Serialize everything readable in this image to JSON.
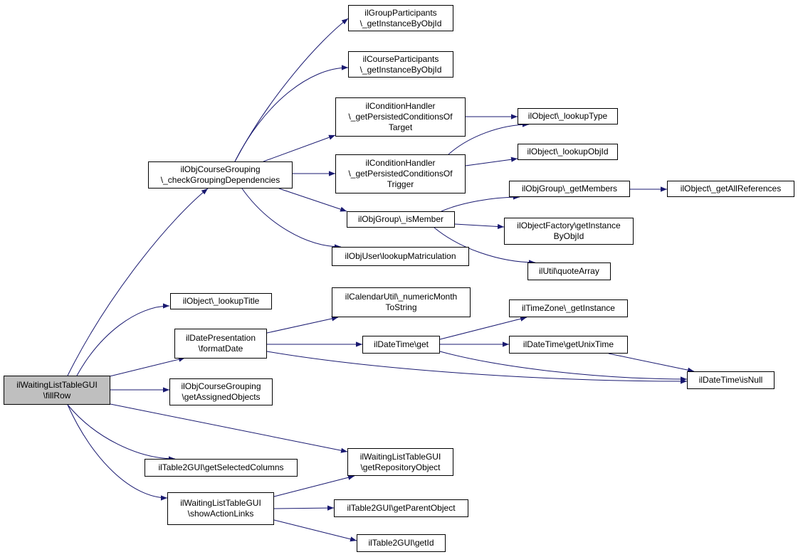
{
  "diagram": {
    "edge_color": "#191970",
    "root_fill": "#bfbfbf",
    "nodes": [
      {
        "id": "fillrow",
        "lines": [
          "ilWaitingListTableGUI",
          "\\fillRow"
        ],
        "root": true
      },
      {
        "id": "checkgrouping",
        "lines": [
          "ilObjCourseGrouping",
          "\\_checkGroupingDependencies"
        ]
      },
      {
        "id": "groupparticipants",
        "lines": [
          "ilGroupParticipants",
          "\\_getInstanceByObjId"
        ]
      },
      {
        "id": "courseparticipants",
        "lines": [
          "ilCourseParticipants",
          "\\_getInstanceByObjId"
        ]
      },
      {
        "id": "condtarget",
        "lines": [
          "ilConditionHandler",
          "\\_getPersistedConditionsOf",
          "Target"
        ]
      },
      {
        "id": "condtrigger",
        "lines": [
          "ilConditionHandler",
          "\\_getPersistedConditionsOf",
          "Trigger"
        ]
      },
      {
        "id": "lookuptype",
        "lines": [
          "ilObject\\_lookupType"
        ]
      },
      {
        "id": "lookupobjid",
        "lines": [
          "ilObject\\_lookupObjId"
        ]
      },
      {
        "id": "getmembers",
        "lines": [
          "ilObjGroup\\_getMembers"
        ]
      },
      {
        "id": "getallrefs",
        "lines": [
          "ilObject\\_getAllReferences"
        ]
      },
      {
        "id": "ismember",
        "lines": [
          "ilObjGroup\\_isMember"
        ]
      },
      {
        "id": "objectfactory",
        "lines": [
          "ilObjectFactory\\getInstance",
          "ByObjId"
        ]
      },
      {
        "id": "lookupmatric",
        "lines": [
          "ilObjUser\\lookupMatriculation"
        ]
      },
      {
        "id": "quotearray",
        "lines": [
          "ilUtil\\quoteArray"
        ]
      },
      {
        "id": "lookuptitle",
        "lines": [
          "ilObject\\_lookupTitle"
        ]
      },
      {
        "id": "formatdate",
        "lines": [
          "ilDatePresentation",
          "\\formatDate"
        ]
      },
      {
        "id": "numericmonth",
        "lines": [
          "ilCalendarUtil\\_numericMonth",
          "ToString"
        ]
      },
      {
        "id": "timezone",
        "lines": [
          "ilTimeZone\\_getInstance"
        ]
      },
      {
        "id": "datetimeget",
        "lines": [
          "ilDateTime\\get"
        ]
      },
      {
        "id": "getunixtime",
        "lines": [
          "ilDateTime\\getUnixTime"
        ]
      },
      {
        "id": "isnull",
        "lines": [
          "ilDateTime\\isNull"
        ]
      },
      {
        "id": "assignedobjects",
        "lines": [
          "ilObjCourseGrouping",
          "\\getAssignedObjects"
        ]
      },
      {
        "id": "selectedcolumns",
        "lines": [
          "ilTable2GUI\\getSelectedColumns"
        ]
      },
      {
        "id": "repositoryobject",
        "lines": [
          "ilWaitingListTableGUI",
          "\\getRepositoryObject"
        ]
      },
      {
        "id": "showactionlinks",
        "lines": [
          "ilWaitingListTableGUI",
          "\\showActionLinks"
        ]
      },
      {
        "id": "parentobject",
        "lines": [
          "ilTable2GUI\\getParentObject"
        ]
      },
      {
        "id": "getid",
        "lines": [
          "ilTable2GUI\\getId"
        ]
      }
    ],
    "edges": [
      {
        "from": "fillrow",
        "to": "checkgrouping"
      },
      {
        "from": "fillrow",
        "to": "lookuptitle"
      },
      {
        "from": "fillrow",
        "to": "formatdate"
      },
      {
        "from": "fillrow",
        "to": "assignedobjects"
      },
      {
        "from": "fillrow",
        "to": "selectedcolumns"
      },
      {
        "from": "fillrow",
        "to": "repositoryobject"
      },
      {
        "from": "fillrow",
        "to": "showactionlinks"
      },
      {
        "from": "checkgrouping",
        "to": "groupparticipants"
      },
      {
        "from": "checkgrouping",
        "to": "courseparticipants"
      },
      {
        "from": "checkgrouping",
        "to": "condtarget"
      },
      {
        "from": "checkgrouping",
        "to": "condtrigger"
      },
      {
        "from": "checkgrouping",
        "to": "ismember"
      },
      {
        "from": "checkgrouping",
        "to": "lookupmatric"
      },
      {
        "from": "condtarget",
        "to": "lookuptype"
      },
      {
        "from": "condtrigger",
        "to": "lookuptype"
      },
      {
        "from": "condtrigger",
        "to": "lookupobjid"
      },
      {
        "from": "ismember",
        "to": "getmembers"
      },
      {
        "from": "ismember",
        "to": "objectfactory"
      },
      {
        "from": "ismember",
        "to": "quotearray"
      },
      {
        "from": "getmembers",
        "to": "getallrefs"
      },
      {
        "from": "formatdate",
        "to": "numericmonth"
      },
      {
        "from": "formatdate",
        "to": "datetimeget"
      },
      {
        "from": "formatdate",
        "to": "isnull"
      },
      {
        "from": "datetimeget",
        "to": "timezone"
      },
      {
        "from": "datetimeget",
        "to": "getunixtime"
      },
      {
        "from": "datetimeget",
        "to": "isnull"
      },
      {
        "from": "getunixtime",
        "to": "isnull"
      },
      {
        "from": "showactionlinks",
        "to": "repositoryobject"
      },
      {
        "from": "showactionlinks",
        "to": "parentobject"
      },
      {
        "from": "showactionlinks",
        "to": "getid"
      }
    ]
  }
}
